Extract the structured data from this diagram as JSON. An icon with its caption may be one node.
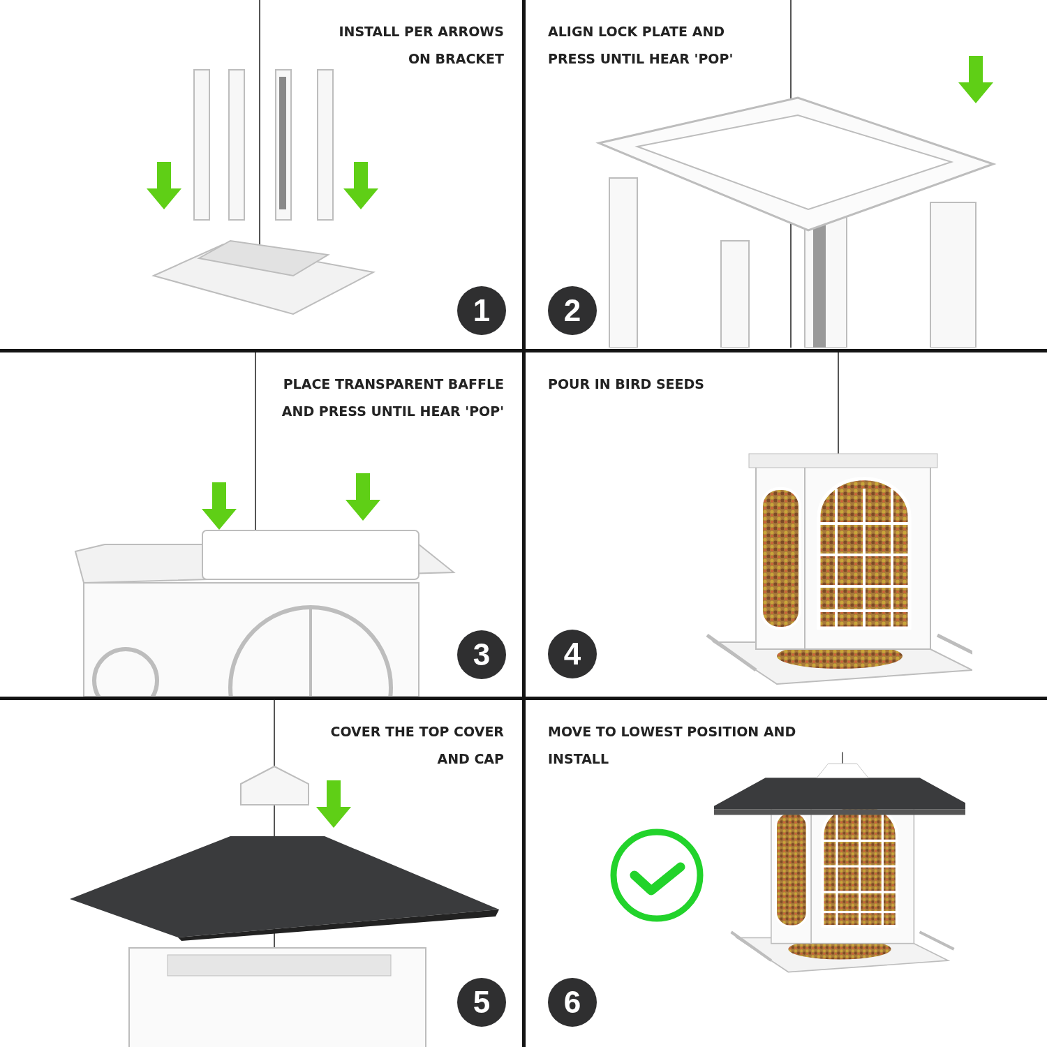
{
  "diagram": {
    "nodes": [
      {
        "text": [
          "INSTALL PER ARROWS ON BRACKET"
        ]
      },
      {
        "text": [
          "1"
        ],
        "in": 0
      },
      {
        "text": [
          "ALIGN LOCK PLATE AND PRESS UNTIL HEAR 'POP'"
        ]
      },
      {
        "text": [
          "2"
        ],
        "in": 2
      },
      {
        "text": [
          "PLACE TRANSPARENT BAFFLE AND PRESS UNTIL HEAR 'POP'"
        ]
      },
      {
        "text": [
          "3"
        ],
        "in": 4
      },
      {
        "text": [
          "POUR IN BIRD SEEDS"
        ]
      },
      {
        "text": [
          "4"
        ],
        "in": 6
      },
      {
        "text": [
          "COVER THE TOP COVER AND CAP"
        ]
      },
      {
        "text": [
          "5"
        ],
        "in": 8
      },
      {
        "text": [
          "MOVE TO LOWEST POSITION AND INSTALL"
        ]
      },
      {
        "text": [
          "6"
        ],
        "in": 10
      }
    ],
    "edges": []
  }
}
